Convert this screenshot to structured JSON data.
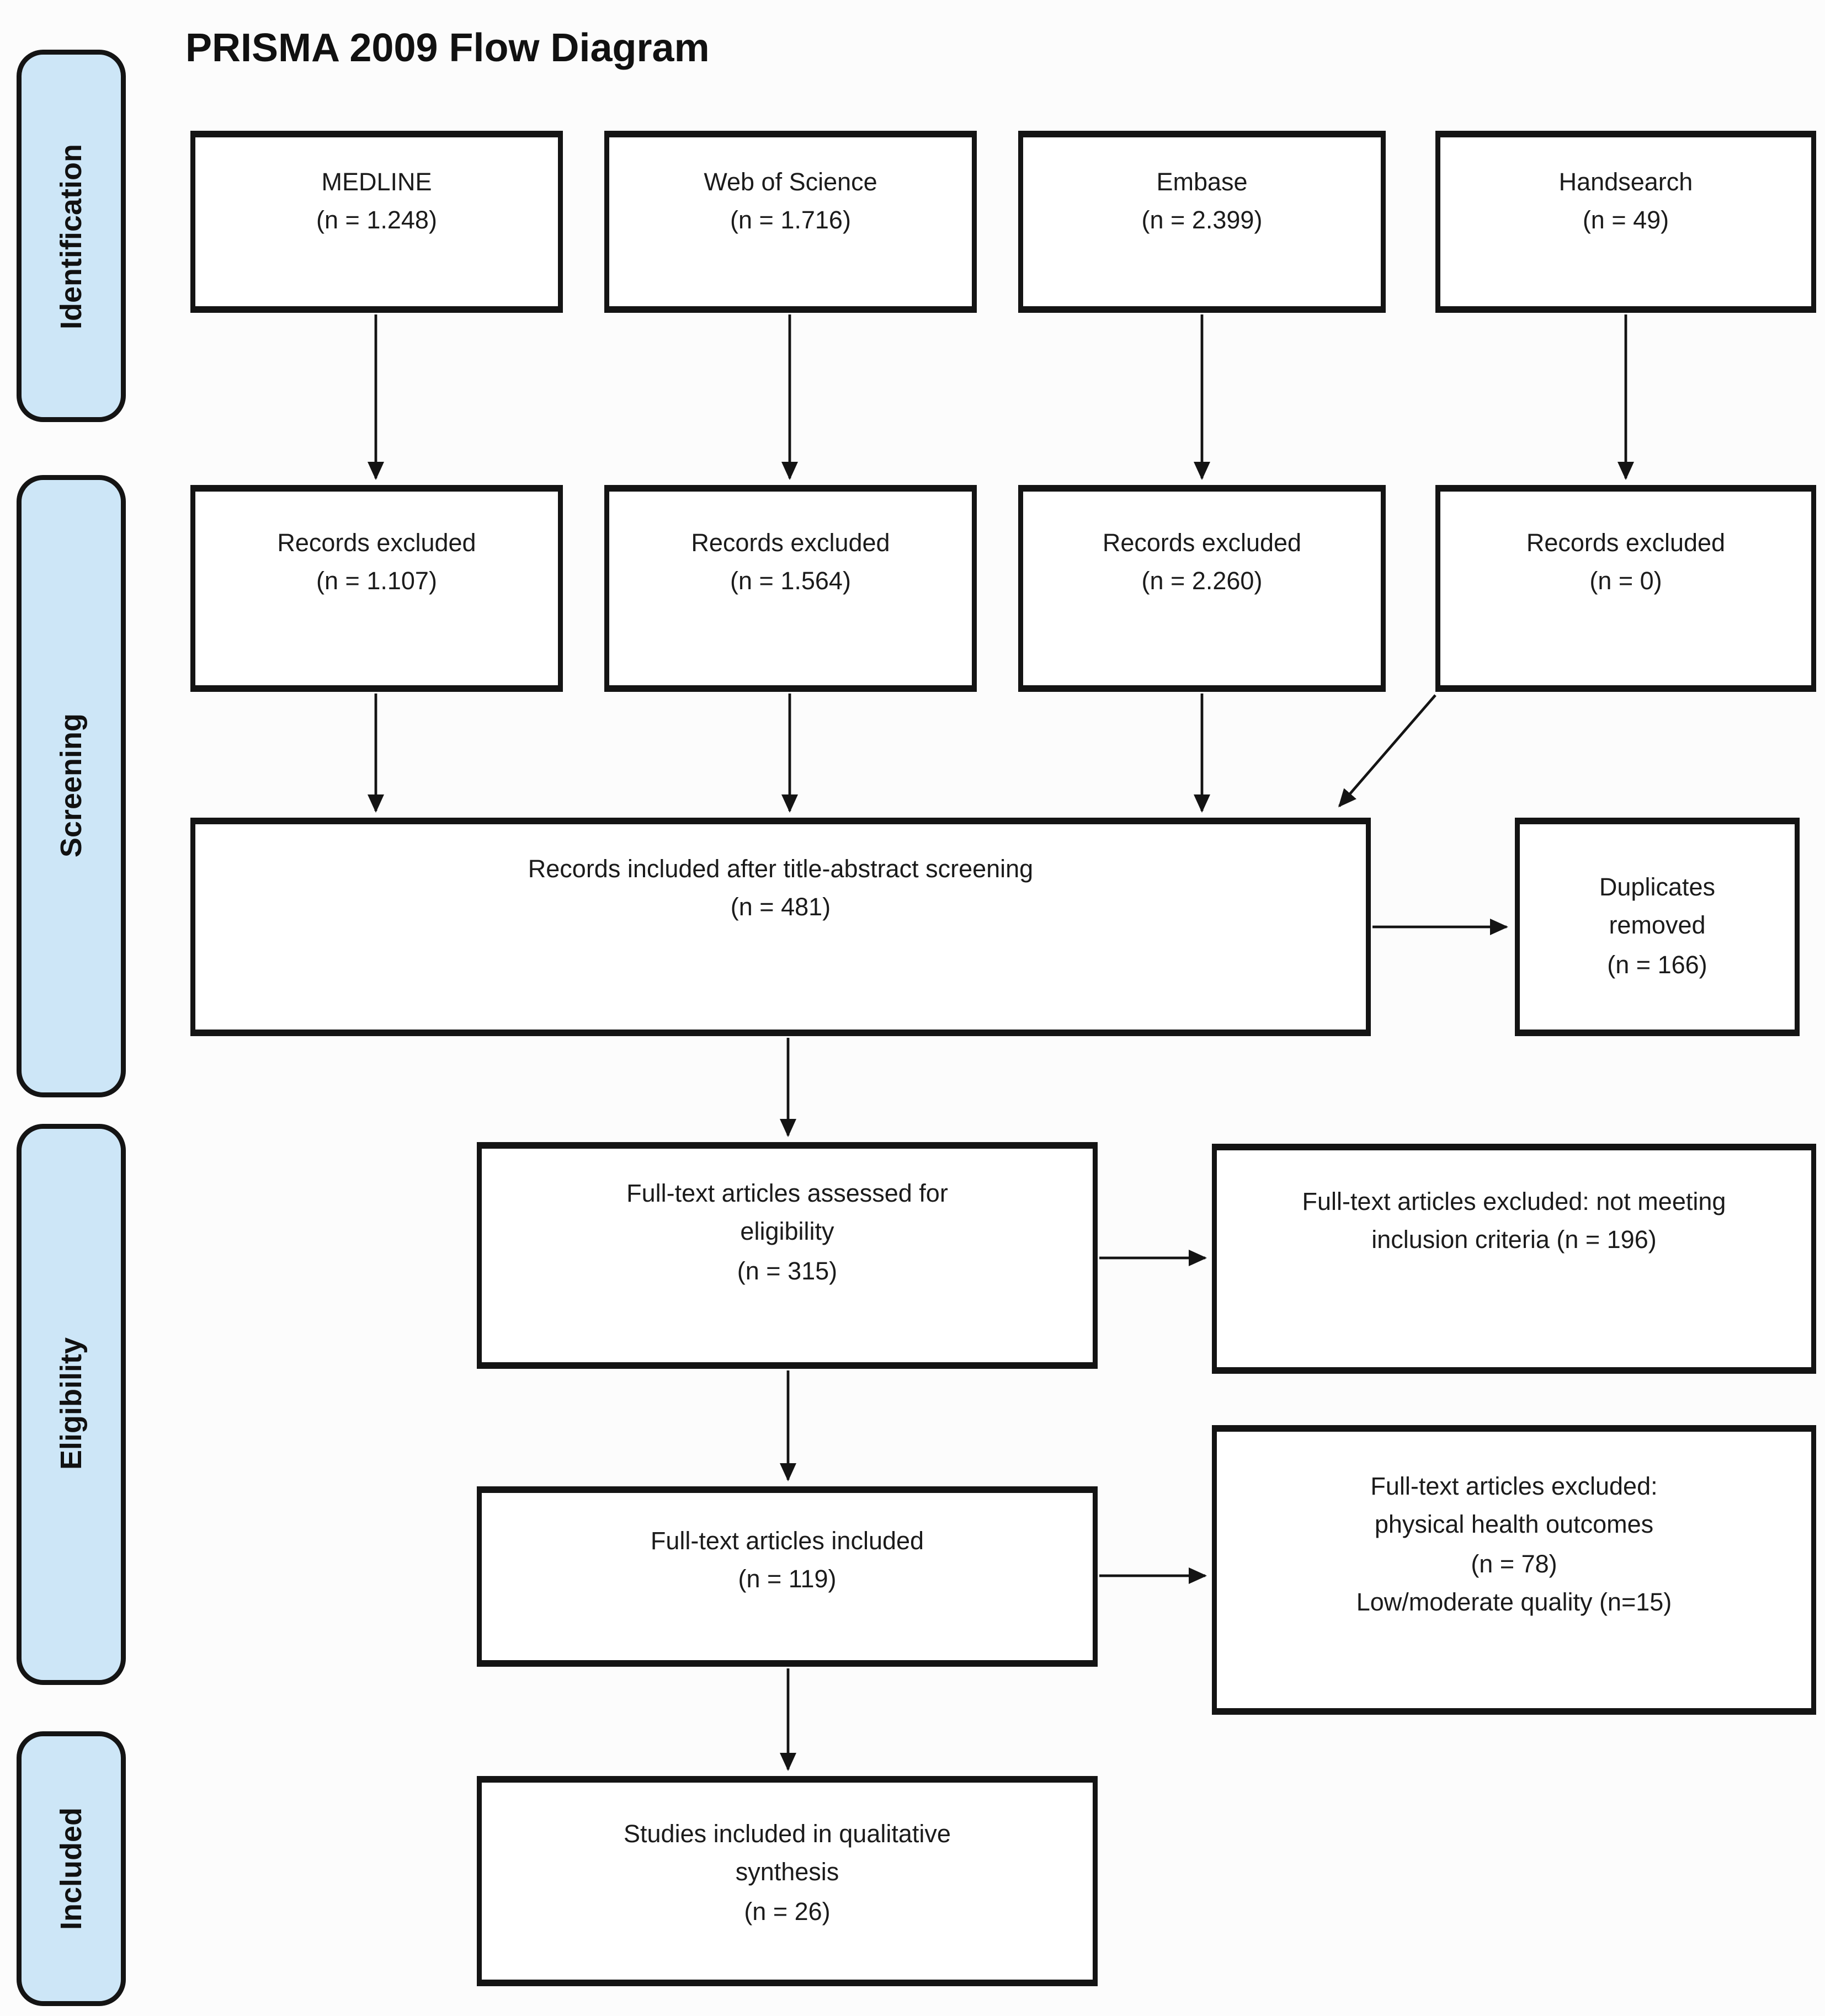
{
  "title": "PRISMA 2009 Flow Diagram",
  "colors": {
    "phase-fill": "#cde6f7",
    "phase-border": "#141414",
    "box-border": "#141414",
    "arrow": "#141414",
    "ink": "#1b1b1b",
    "background": "#fcfcfc"
  },
  "phases": [
    {
      "label": "Identification"
    },
    {
      "label": "Screening"
    },
    {
      "label": "Eligibility"
    },
    {
      "label": "Included"
    }
  ],
  "nodes": {
    "sources": [
      {
        "label": "MEDLINE",
        "n": "(n = 1.248)"
      },
      {
        "label": "Web of Science",
        "n": "(n = 1.716)"
      },
      {
        "label": "Embase",
        "n": "(n = 2.399)"
      },
      {
        "label": "Handsearch",
        "n": "(n = 49)"
      }
    ],
    "records_excluded": [
      {
        "label": "Records excluded",
        "n": "(n = 1.107)"
      },
      {
        "label": "Records excluded",
        "n": "(n = 1.564)"
      },
      {
        "label": "Records excluded",
        "n": "(n = 2.260)"
      },
      {
        "label": "Records excluded",
        "n": "(n = 0)"
      }
    ],
    "included_after_screening": {
      "label": "Records included after title-abstract screening",
      "n": "(n = 481)"
    },
    "duplicates_removed": {
      "label": "Duplicates removed",
      "n": "(n = 166)"
    },
    "fulltext_assessed": {
      "label": "Full-text articles assessed for eligibility",
      "n": "(n = 315)"
    },
    "fulltext_excluded_criteria": {
      "label": "Full-text articles excluded: not meeting inclusion criteria (n = 196)"
    },
    "fulltext_included": {
      "label": "Full-text articles included",
      "n": "(n = 119)"
    },
    "fulltext_excluded_quality": {
      "label": "Full-text articles excluded: physical health outcomes",
      "n": "(n = 78)",
      "label2": "Low/moderate quality (n=15)"
    },
    "qualitative_synthesis": {
      "label": "Studies included in qualitative synthesis",
      "n": "(n = 26)"
    }
  }
}
